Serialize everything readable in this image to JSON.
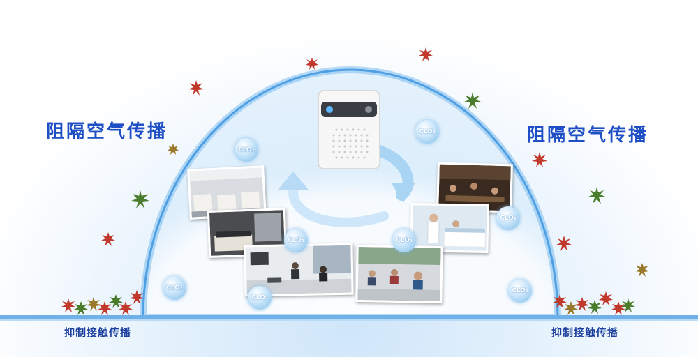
{
  "labels": {
    "air_left": "阻隔空气传播",
    "air_right": "阻隔空气传播",
    "contact_left": "抑制接触传播",
    "contact_right": "抑制接触传播"
  },
  "bubble_text": "CLO₂",
  "colors": {
    "headline": "#1f4fc4",
    "footline": "#1b3f9e",
    "dome_edge": "#5aa7e6",
    "ground_line": "#6fb0e8",
    "arrow": "#9ccdf2",
    "germ_red": "#c0392b",
    "germ_green": "#4a7d2b",
    "germ_olive": "#9a7a2a"
  },
  "photos": [
    "train-interior-photo",
    "hotel-room-photo",
    "office-meeting-photo",
    "classroom-photo",
    "hospital-ward-photo",
    "restaurant-photo"
  ]
}
